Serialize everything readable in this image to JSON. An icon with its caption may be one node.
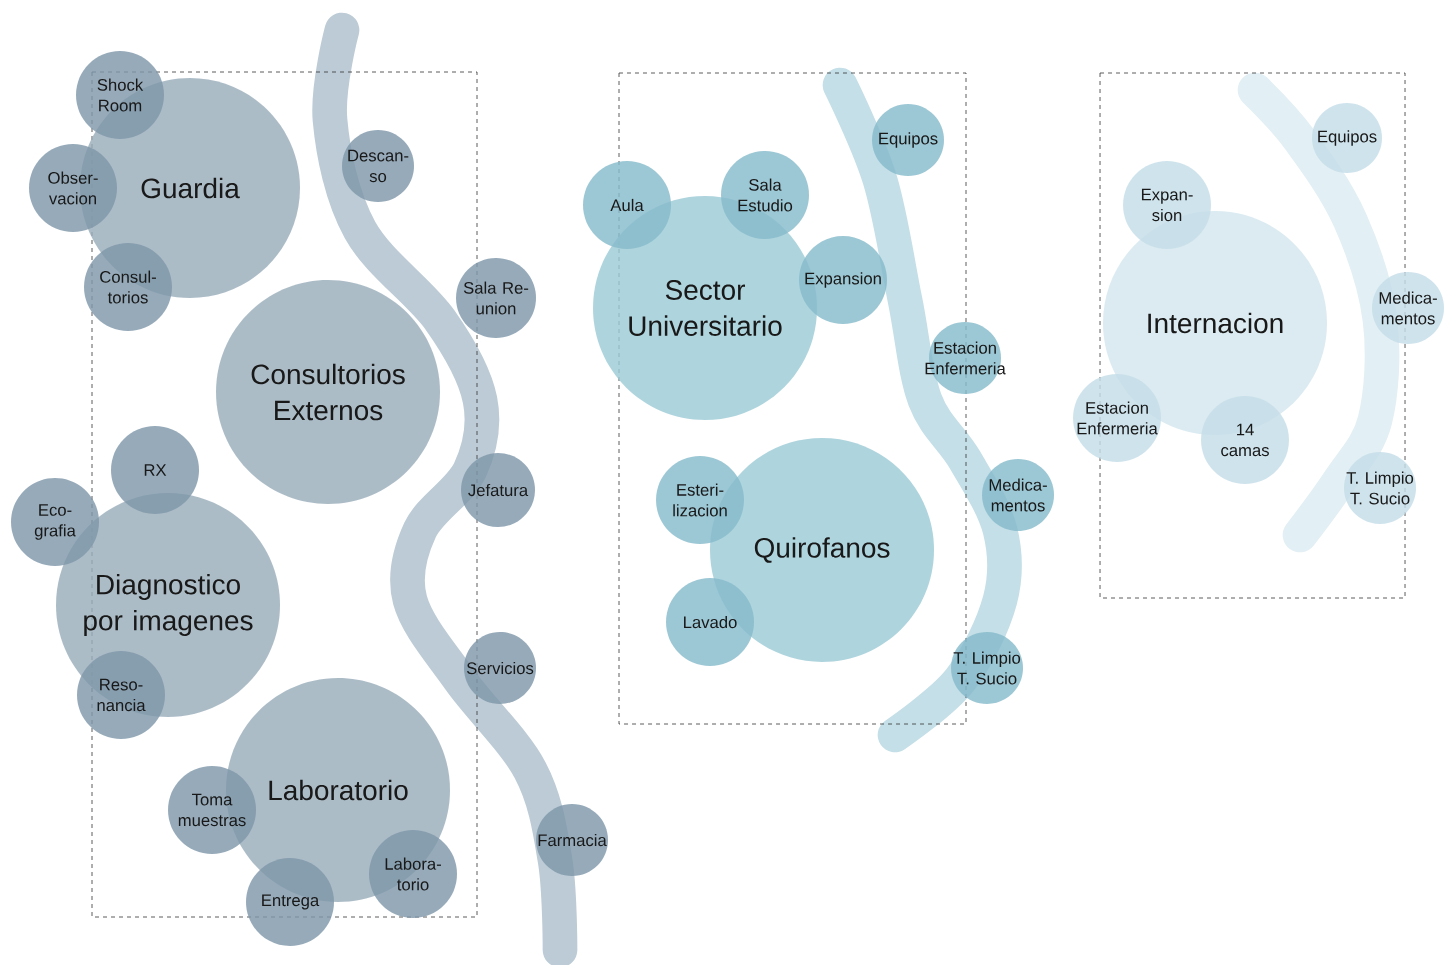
{
  "diagram": {
    "nodes": [
      {
        "text": [
          "Guardia"
        ]
      },
      {
        "text": [
          "Shock Room"
        ]
      },
      {
        "text": [
          "Obser- vacion"
        ]
      },
      {
        "text": [
          "Consul- torios"
        ]
      },
      {
        "text": [
          "Descan- so"
        ]
      },
      {
        "text": [
          "Consultorios Externos"
        ]
      },
      {
        "text": [
          "Sala Re- union"
        ]
      },
      {
        "text": [
          "RX"
        ]
      },
      {
        "text": [
          "Eco- grafia"
        ]
      },
      {
        "text": [
          "Diagnostico por imagenes"
        ]
      },
      {
        "text": [
          "Jefatura"
        ]
      },
      {
        "text": [
          "Reso- nancia"
        ]
      },
      {
        "text": [
          "Servicios"
        ]
      },
      {
        "text": [
          "Laboratorio"
        ]
      },
      {
        "text": [
          "Toma muestras"
        ]
      },
      {
        "text": [
          "Labora- torio"
        ]
      },
      {
        "text": [
          "Entrega"
        ]
      },
      {
        "text": [
          "Farmacia"
        ]
      },
      {
        "text": [
          "Aula"
        ]
      },
      {
        "text": [
          "Sala Estudio"
        ]
      },
      {
        "text": [
          "Equipos"
        ]
      },
      {
        "text": [
          "Sector Universitario"
        ]
      },
      {
        "text": [
          "Expansion"
        ]
      },
      {
        "text": [
          "Estacion Enfermeria"
        ]
      },
      {
        "text": [
          "Esteri- lizacion"
        ]
      },
      {
        "text": [
          "Quirofanos"
        ]
      },
      {
        "text": [
          "Medica- mentos"
        ]
      },
      {
        "text": [
          "Lavado"
        ]
      },
      {
        "text": [
          "T. Limpio T. Sucio"
        ]
      },
      {
        "text": [
          "Equipos"
        ]
      },
      {
        "text": [
          "Expan- sion"
        ]
      },
      {
        "text": [
          "Internacion"
        ]
      },
      {
        "text": [
          "Medica- mentos"
        ]
      },
      {
        "text": [
          "Estacion Enfermeria"
        ]
      },
      {
        "text": [
          "14 camas"
        ]
      },
      {
        "text": [
          "T. Limpio T. Sucio"
        ]
      }
    ]
  }
}
